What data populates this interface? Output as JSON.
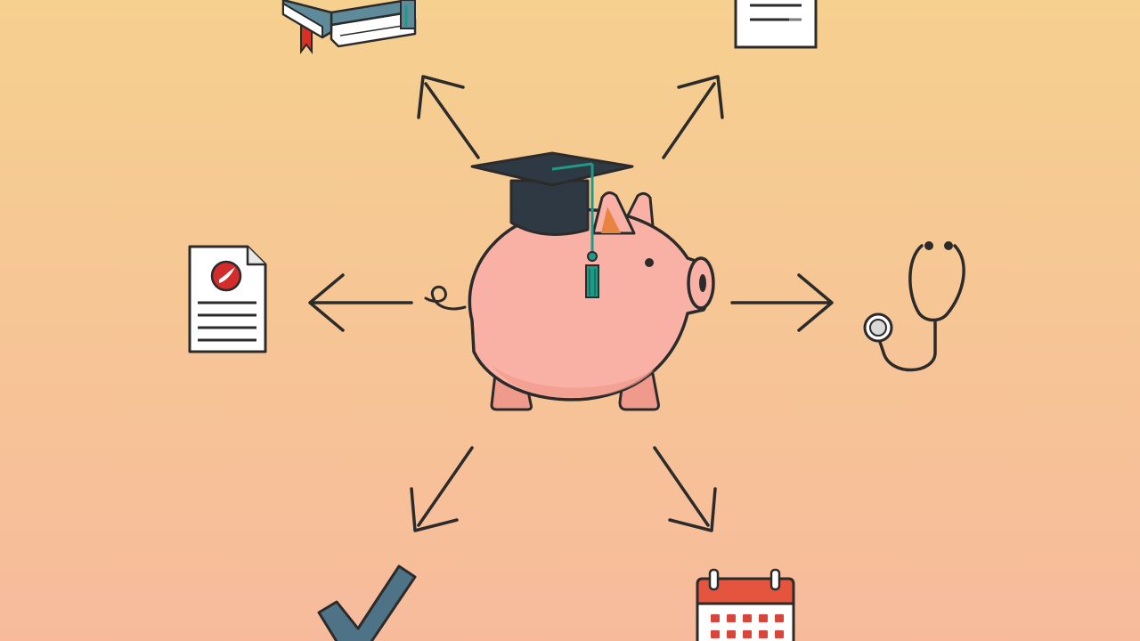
{
  "colors": {
    "background_top": "#f6d08f",
    "background_bottom": "#f7bb9c",
    "outline": "#2b2b2b",
    "pig_body": "#f8b1a4",
    "pig_shadow": "#f09a8c",
    "pig_ear_inner": "#e8843f",
    "cap": "#2f3944",
    "tassel": "#1f9a86",
    "book_cover": "#5f8a9a",
    "bookmark": "#d93025",
    "certificate_seal": "#d42b2b",
    "checkmark": "#4f7386",
    "calendar_header": "#e5553e",
    "calendar_cells": "#d9453a",
    "stethoscope": "#2b2b2b",
    "paper": "#ffffff"
  },
  "diagram": {
    "center": {
      "icon": "piggy-bank-with-graduation-cap-icon"
    },
    "nodes": [
      {
        "id": "top-left",
        "icon": "books-stack-icon",
        "direction": "up-left"
      },
      {
        "id": "top-right",
        "icon": "document-icon",
        "direction": "up-right"
      },
      {
        "id": "left",
        "icon": "certificate-icon",
        "direction": "left"
      },
      {
        "id": "right",
        "icon": "stethoscope-icon",
        "direction": "right"
      },
      {
        "id": "bottom-left",
        "icon": "checkmark-icon",
        "direction": "down-left"
      },
      {
        "id": "bottom-right",
        "icon": "calendar-icon",
        "direction": "down-right"
      }
    ]
  }
}
